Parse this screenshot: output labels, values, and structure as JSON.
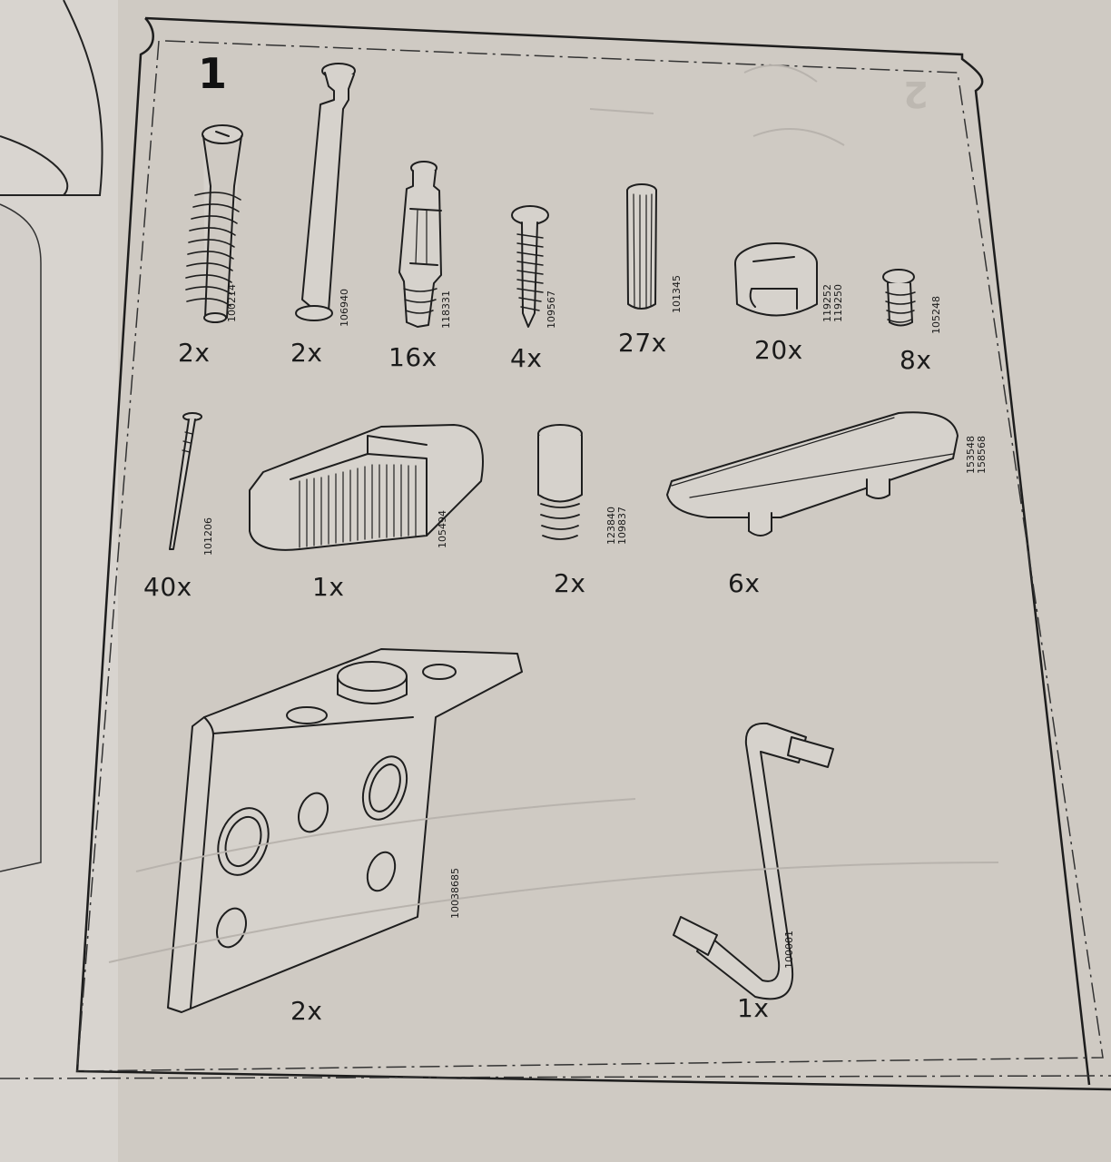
{
  "step_number": "1",
  "ghost_step": "2",
  "parts": [
    {
      "id": "cam-bolt-screw",
      "qty": "2x",
      "art": "100214"
    },
    {
      "id": "long-dowel",
      "qty": "2x",
      "art": "106940"
    },
    {
      "id": "expansion-dowel",
      "qty": "16x",
      "art": "118331"
    },
    {
      "id": "small-screw",
      "qty": "4x",
      "art": "109567"
    },
    {
      "id": "wooden-dowel",
      "qty": "27x",
      "art": "101345"
    },
    {
      "id": "cam-lock",
      "qty": "20x",
      "art": "119252\n119250"
    },
    {
      "id": "short-screw",
      "qty": "8x",
      "art": "105248"
    },
    {
      "id": "nail",
      "qty": "40x",
      "art": "101206"
    },
    {
      "id": "plastic-wedge",
      "qty": "1x",
      "art": "105494"
    },
    {
      "id": "shelf-pin",
      "qty": "2x",
      "art": "123840\n109837"
    },
    {
      "id": "handle",
      "qty": "6x",
      "art": "153548\n158568"
    },
    {
      "id": "angle-bracket",
      "qty": "2x",
      "art": "10038685"
    },
    {
      "id": "allen-key",
      "qty": "1x",
      "art": "100001"
    }
  ]
}
